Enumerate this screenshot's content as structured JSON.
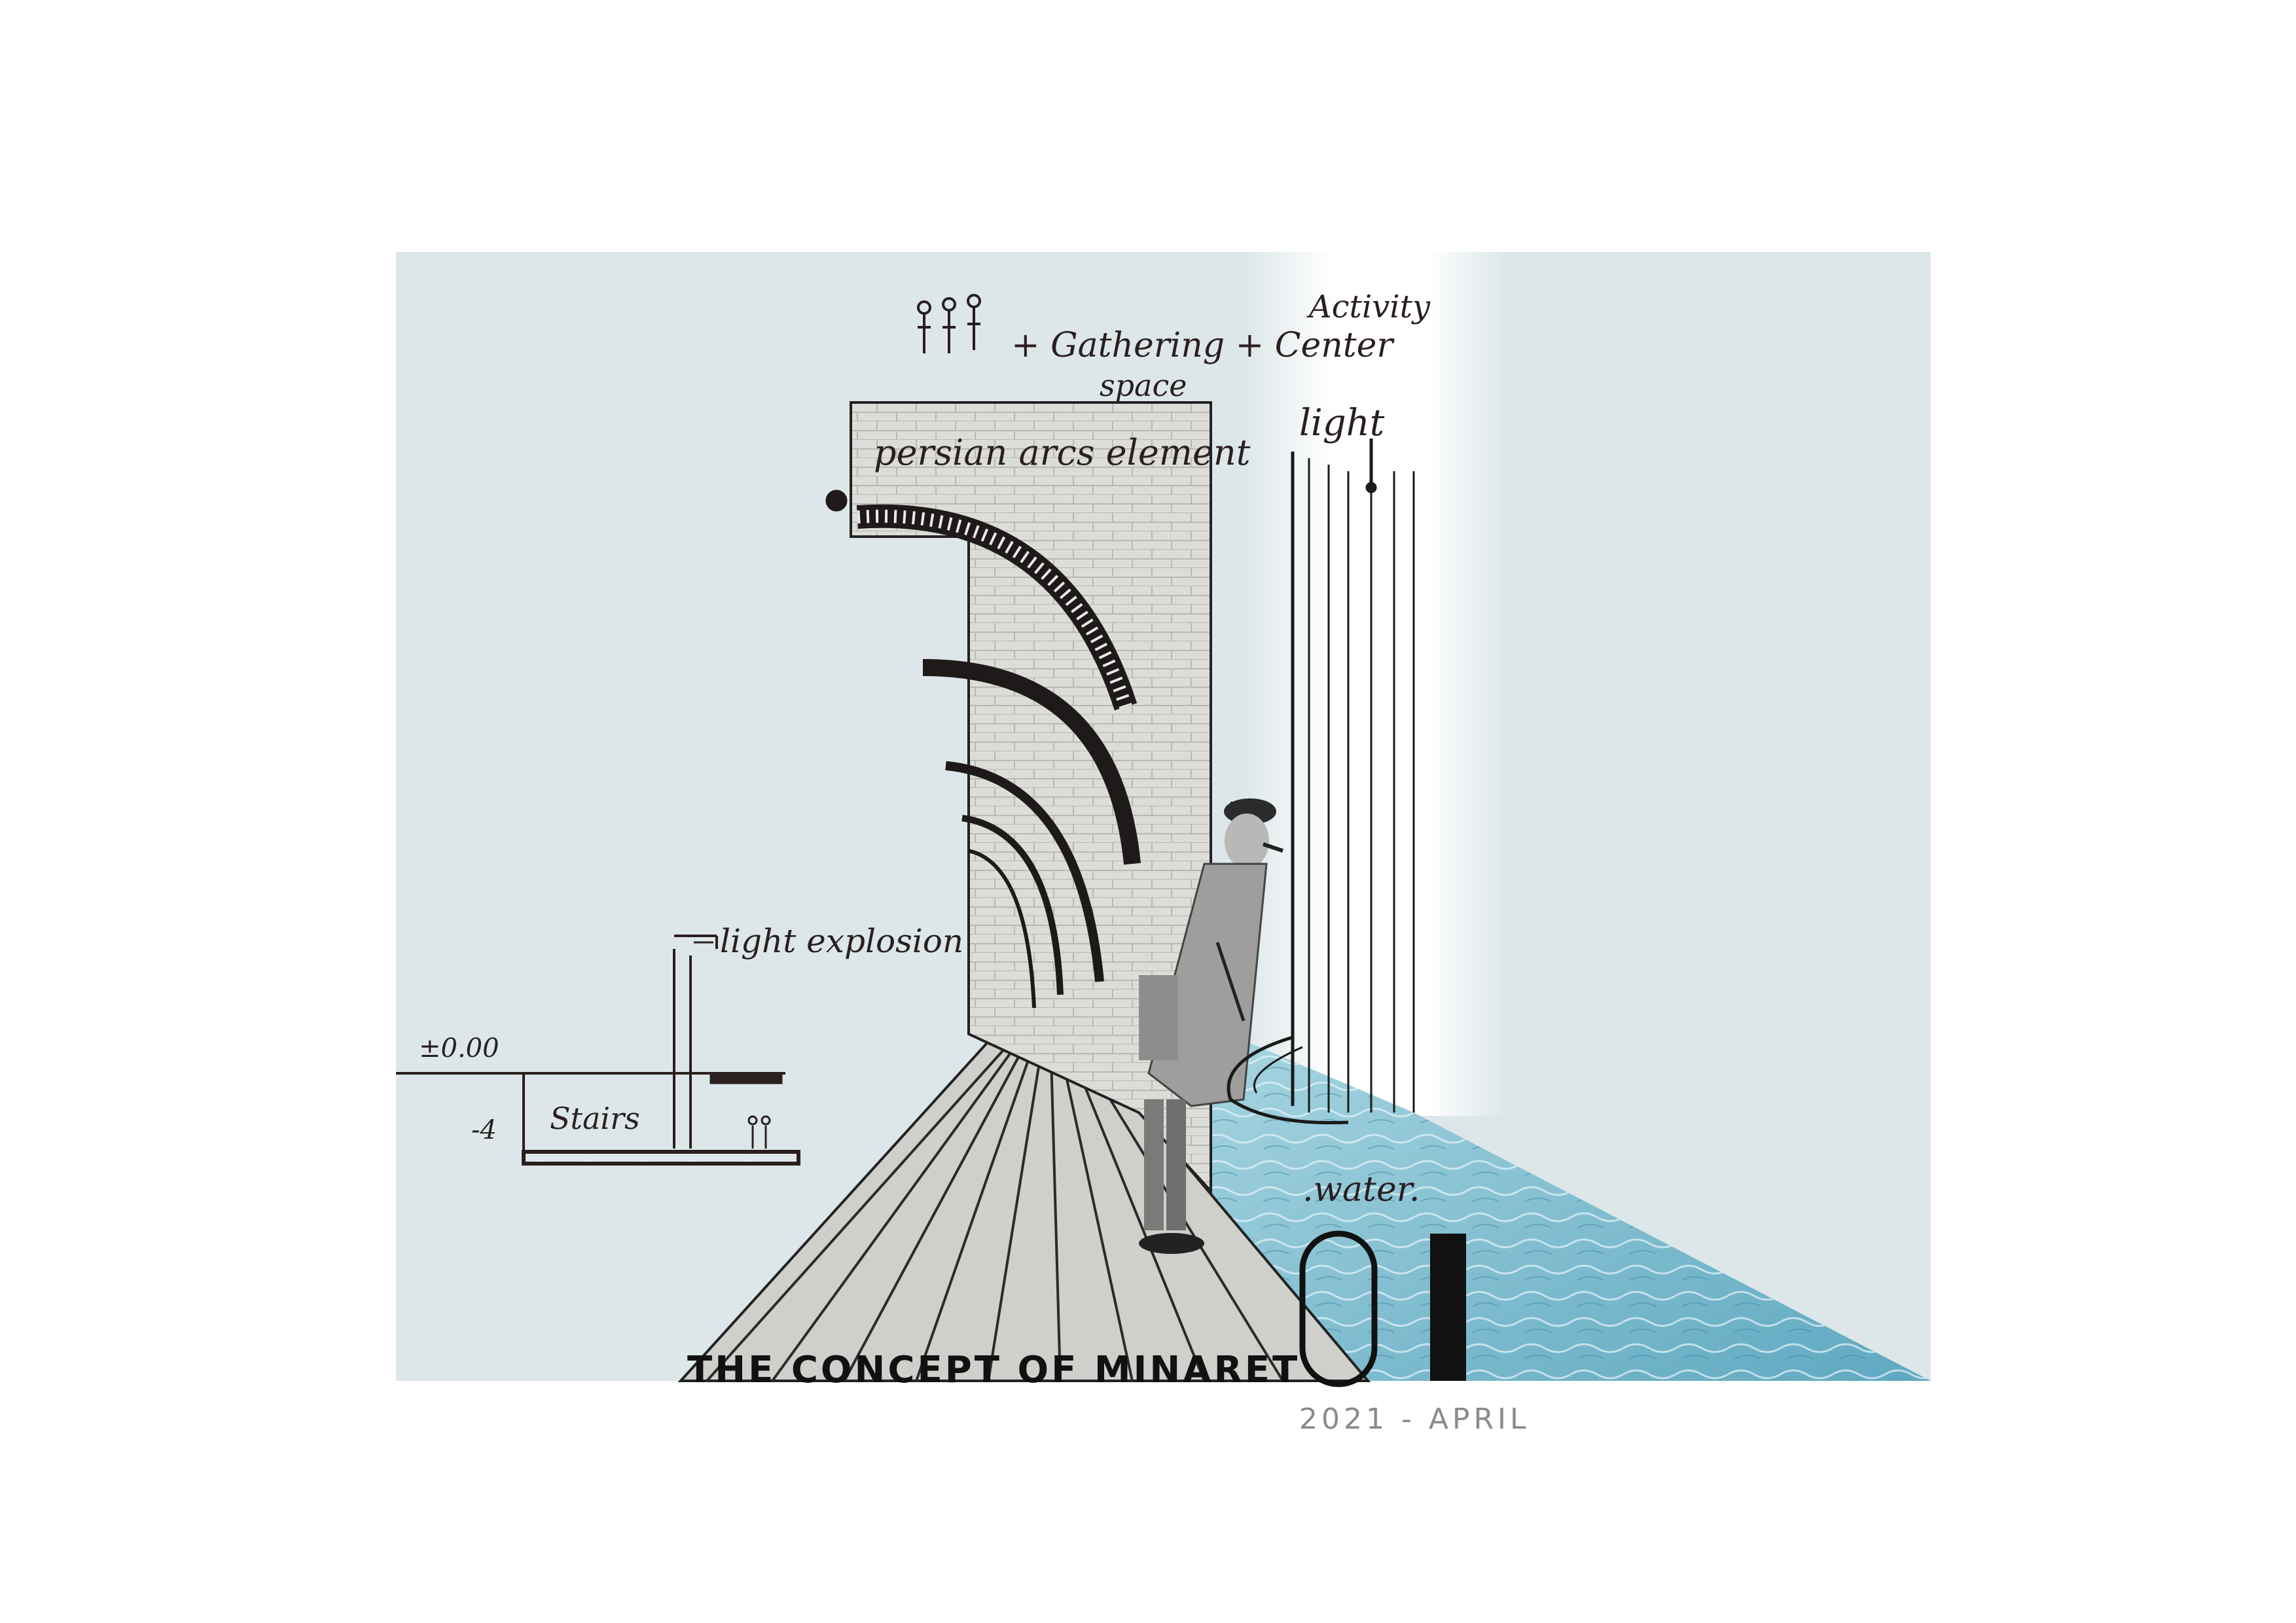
{
  "labels": {
    "activity": "Activity",
    "gathering": "+ Gathering + Center",
    "space": "space",
    "persian_arcs": "persian arcs element",
    "light": "light",
    "light_explosion": "light explosion",
    "level": "±0.00",
    "level_minus": "-4",
    "stairs": "Stairs",
    "water": ".water."
  },
  "poster": {
    "title": "THE CONCEPT OF MINARET",
    "number_first": "0",
    "date": "2021 - APRIL"
  },
  "colors": {
    "sky": "#dde7ea",
    "water": "#6fb4c8",
    "water_light": "#a9d6e2",
    "brick": "#dcdcd8",
    "ink": "#2a1f1f"
  }
}
